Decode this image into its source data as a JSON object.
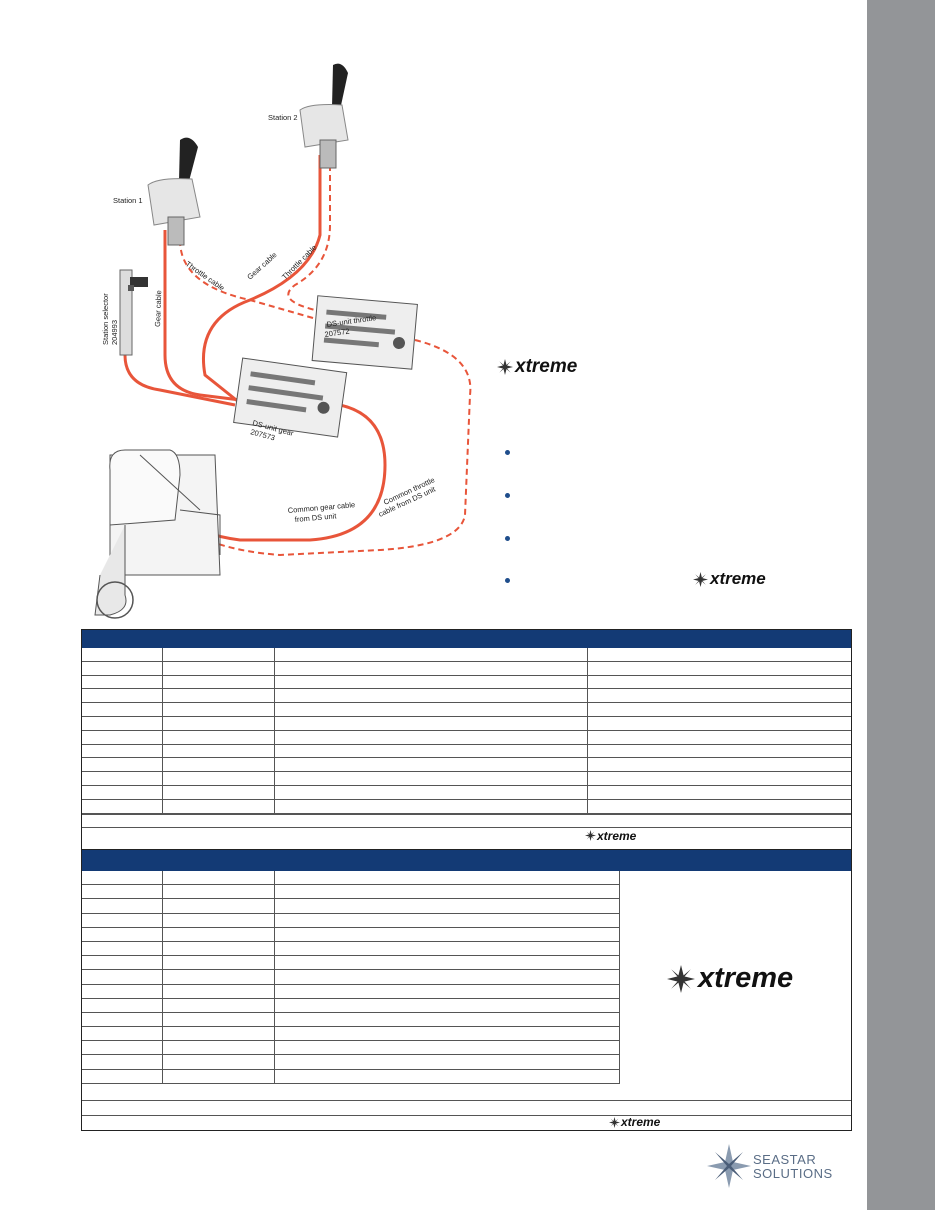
{
  "diagram": {
    "labels": {
      "station_1": "Station 1",
      "station_2": "Station 2",
      "station_selector": "Station selector",
      "station_selector_part": "204993",
      "gear_cable_1": "Gear cable",
      "gear_cable_2": "Gear cable",
      "throttle_cable_1": "Throttle cable",
      "throttle_cable_2": "Throttle cable",
      "ds_throttle": "DS-unit throttle",
      "ds_throttle_part": "207572",
      "ds_gear": "DS-unit gear",
      "ds_gear_part": "207573",
      "common_gear_1": "Common gear cable",
      "common_gear_2": "from DS unit",
      "common_throttle_1": "Common throttle",
      "common_throttle_2": "cable from DS unit"
    },
    "colors": {
      "gear_cable": "#e8553a",
      "throttle_cable": "#e8553a"
    }
  },
  "brand": {
    "xtreme": "xtreme",
    "seastar_line1": "SEASTAR",
    "seastar_line2": "SOLUTIONS",
    "icon": "star-burst-icon"
  },
  "bullets": [
    "",
    "",
    "",
    ""
  ],
  "colors": {
    "sidebar": "#939598",
    "table_header": "#133a75",
    "bullet": "#1f4e8c",
    "seastar_text": "#5a6d86"
  },
  "table1": {
    "rows": 12
  },
  "table2": {
    "rows": 15
  }
}
